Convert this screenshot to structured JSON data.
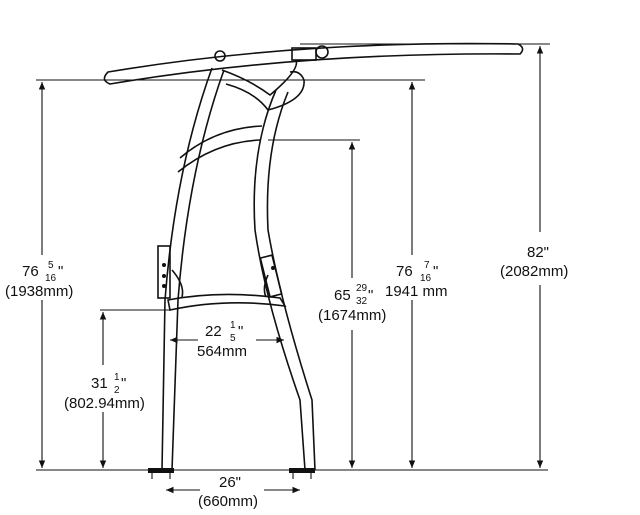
{
  "dimensions": {
    "left_height": {
      "whole": "76",
      "num": "5",
      "den": "16",
      "unit": "\"",
      "metric": "(1938mm)"
    },
    "inner_height": {
      "whole": "76",
      "num": "7",
      "den": "16",
      "unit": "\"",
      "metric": "1941 mm"
    },
    "overall_height": {
      "value": "82\"",
      "metric": "(2082mm)"
    },
    "crossbar_height": {
      "whole": "65",
      "num": "29",
      "den": "32",
      "unit": "\"",
      "metric": "(1674mm)"
    },
    "seat_width": {
      "whole": "22",
      "num": "1",
      "den": "5",
      "unit": "\"",
      "metric": "564mm"
    },
    "seat_height": {
      "whole": "31",
      "num": "1",
      "den": "2",
      "unit": "\"",
      "metric": "(802.94mm)"
    },
    "base_width": {
      "value": "26\"",
      "metric": "(660mm)"
    }
  }
}
